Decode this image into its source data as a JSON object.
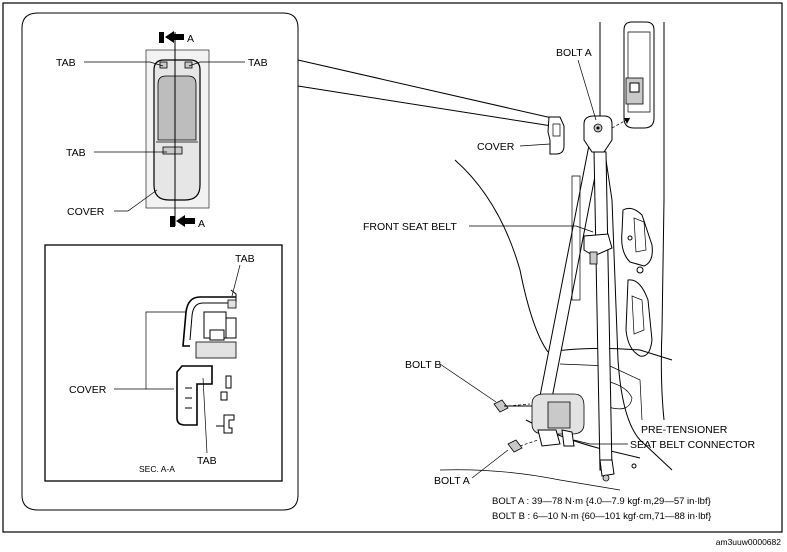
{
  "detail_view": {
    "section_marker": "A",
    "tab_label": "TAB",
    "cover_label": "COVER"
  },
  "section_view": {
    "tab_label": "TAB",
    "cover_label": "COVER",
    "title": "SEC. A-A"
  },
  "main_view": {
    "bolt_a_label": "BOLT A",
    "bolt_b_label": "BOLT B",
    "cover_label": "COVER",
    "front_seat_belt_label": "FRONT SEAT BELT",
    "pretensioner_line1": "PRE-TENSIONER",
    "pretensioner_line2": "SEAT BELT CONNECTOR"
  },
  "torque_specs": {
    "bolt_a": "BOLT A : 39—78 N·m {4.0—7.9 kgf·m,29—57 in·lbf}",
    "bolt_b": "BOLT B : 6—10 N·m {60—101 kgf·cm,71—88 in·lbf}"
  },
  "figure_id": "am3uuw0000682"
}
